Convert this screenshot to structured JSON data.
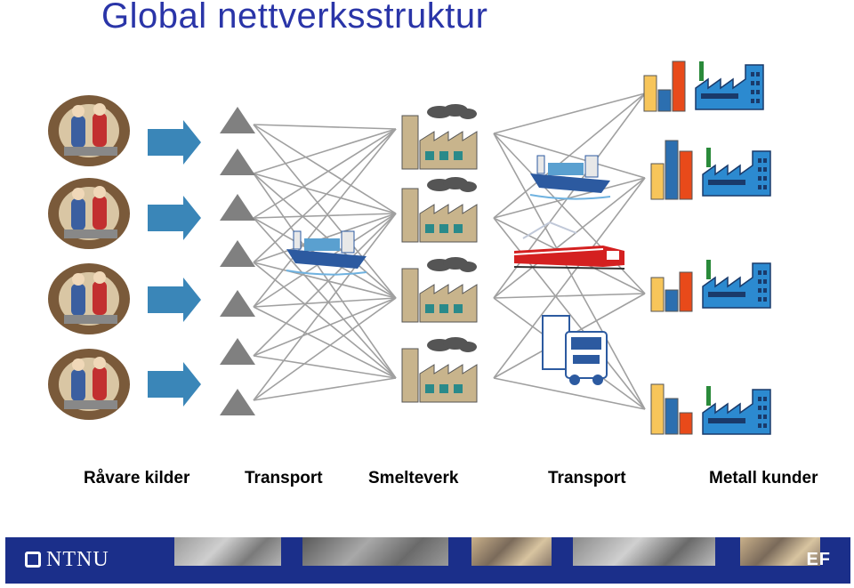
{
  "title": "Global nettverksstruktur",
  "stage_labels": {
    "raw_sources": "Råvare kilder",
    "transport_1": "Transport",
    "smelters": "Smelteverk",
    "transport_2": "Transport",
    "customers": "Metall kunder"
  },
  "footer": {
    "left_logo": "NTNU",
    "right_logo": "EF"
  },
  "colors": {
    "title": "#2a35a8",
    "arrow": "#3a86b8",
    "triangle": "#808080",
    "footer": "#1b2f8a",
    "line": "#a0a0a0"
  },
  "icons": [
    "miners-icon",
    "arrow-icon",
    "triangle-node-icon",
    "ship-icon",
    "smelter-factory-icon",
    "train-icon",
    "truck-icon",
    "bar-chart-icon",
    "customer-factory-icon"
  ]
}
